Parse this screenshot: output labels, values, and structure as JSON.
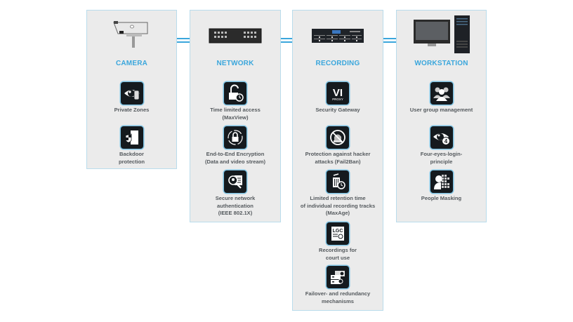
{
  "accent_color": "#3aa6dc",
  "columns": [
    {
      "title": "CAMERA",
      "header_icon": "camera-icon",
      "items": [
        {
          "icon": "eye-hand-icon",
          "label": "Private Zones"
        },
        {
          "icon": "door-shield-icon",
          "label": "Backdoor\nprotection"
        }
      ]
    },
    {
      "title": "NETWORK",
      "header_icon": "network-switch-icon",
      "items": [
        {
          "icon": "open-lock-clock-icon",
          "label": "Time limited access\n(MaxView)"
        },
        {
          "icon": "lock-cycle-icon",
          "label": "End-to-End Encryption\n(Data and video stream)"
        },
        {
          "icon": "magnifier-id-card-icon",
          "label": "Secure network\nauthentication\n(IEEE 802.1X)"
        }
      ]
    },
    {
      "title": "RECORDING",
      "header_icon": "recorder-icon",
      "items": [
        {
          "icon": "vi-proxy-icon",
          "label": "Security Gateway",
          "icon_text": "VI",
          "icon_subtext": "PROXY"
        },
        {
          "icon": "no-hacker-icon",
          "label": "Protection against hacker\nattacks (Fail2Ban)"
        },
        {
          "icon": "trash-clock-icon",
          "label": "Limited retention time\nof individual recording tracks\n(MaxAge)"
        },
        {
          "icon": "certificate-icon",
          "label": "Recordings for\ncourt use",
          "icon_text": "LGC"
        },
        {
          "icon": "failover-servers-icon",
          "label": "Failover- and redundancy\nmechanisms"
        }
      ]
    },
    {
      "title": "WORKSTATION",
      "header_icon": "workstation-icon",
      "items": [
        {
          "icon": "user-group-icon",
          "label": "User group management"
        },
        {
          "icon": "eye-four-icon",
          "label": "Four-eyes-login-\nprinciple",
          "icon_text": "4"
        },
        {
          "icon": "people-masking-icon",
          "label": "People Masking"
        }
      ]
    }
  ]
}
